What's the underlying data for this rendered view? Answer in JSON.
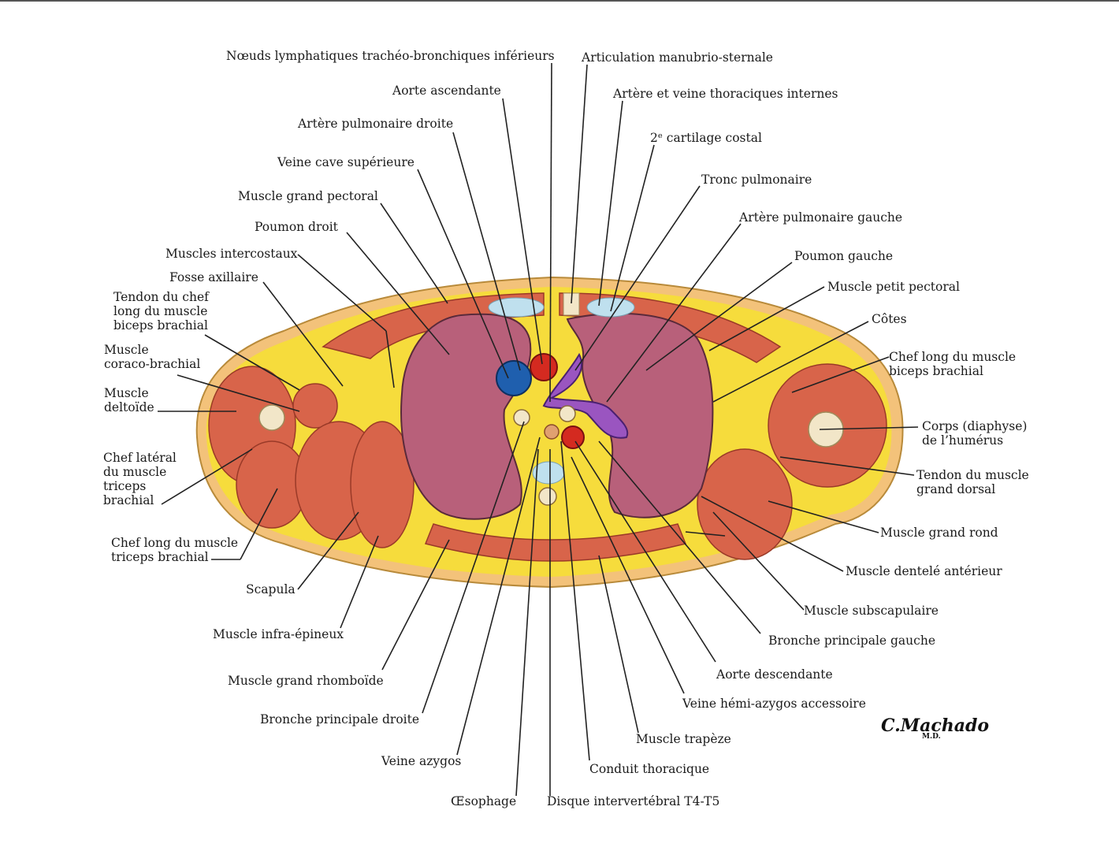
{
  "labels": {
    "noeuds_lymph": "Nœuds lymphatiques trachéo-bronchiques inférieurs",
    "artic_manubrio": "Articulation manubrio-sternale",
    "aorte_asc": "Aorte ascendante",
    "art_veine_thor": "Artère et veine thoraciques internes",
    "art_pulm_droite": "Artère pulmonaire droite",
    "cartilage_costal": "2ᵉ cartilage costal",
    "veine_cave_sup": "Veine cave supérieure",
    "tronc_pulm": "Tronc pulmonaire",
    "grand_pectoral": "Muscle grand pectoral",
    "art_pulm_gauche": "Artère pulmonaire gauche",
    "poumon_droit": "Poumon droit",
    "poumon_gauche": "Poumon gauche",
    "intercostaux": "Muscles intercostaux",
    "petit_pectoral": "Muscle petit pectoral",
    "fosse_axillaire": "Fosse axillaire",
    "cotes": "Côtes",
    "tendon_biceps": "Tendon du chef\nlong du muscle\nbiceps brachial",
    "chef_long_biceps": "Chef long du muscle\nbiceps brachial",
    "coraco": "Muscle\ncoraco-brachial",
    "deltoide": "Muscle\ndeltoïde",
    "humerus": "Corps (diaphyse)\nde l’humérus",
    "chef_lat_triceps": "Chef latéral\ndu muscle\ntriceps\nbrachial",
    "tendon_grand_dorsal": "Tendon du muscle\ngrand dorsal",
    "chef_long_triceps": "Chef long du muscle\ntriceps brachial",
    "grand_rond": "Muscle grand rond",
    "dentele": "Muscle dentelé antérieur",
    "scapula": "Scapula",
    "subscapulaire": "Muscle subscapulaire",
    "infra_epineux": "Muscle infra-épineux",
    "bronche_gauche": "Bronche principale gauche",
    "aorte_desc": "Aorte descendante",
    "grand_rhomboide": "Muscle grand rhomboïde",
    "hemi_azygos": "Veine hémi-azygos accessoire",
    "bronche_droite": "Bronche principale droite",
    "trapeze": "Muscle trapèze",
    "veine_azygos": "Veine azygos",
    "conduit_thor": "Conduit thoracique",
    "oesophage": "Œsophage",
    "disque": "Disque intervertébral T4-T5"
  },
  "signature": {
    "name": "C.Machado",
    "suffix": "M.D."
  },
  "colors": {
    "fat": "#f6dc3c",
    "skin": "#f3c27a",
    "muscle": "#d8644a",
    "lung": "#b8607a",
    "bone": "#f2e6c8",
    "artery": "#d42a20",
    "vein": "#1f5fae",
    "pulmonary": "#9a55c0",
    "cartilage": "#bfe0ee"
  }
}
